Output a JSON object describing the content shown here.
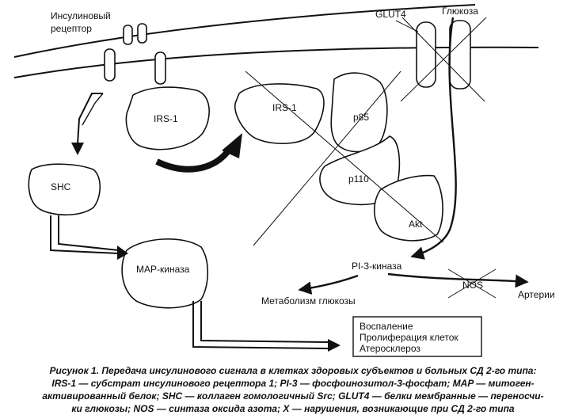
{
  "labels": {
    "receptor_line1": "Инсулиновый",
    "receptor_line2": "рецептор",
    "glut4": "GLUT4",
    "glucose": "Глюкоза",
    "irs1_free": "IRS-1",
    "irs1_complex": "IRS-1",
    "p85": "p85",
    "p110": "p110",
    "akt": "Akt",
    "shc": "SHC",
    "map_kinase": "MAP-киназа",
    "pi3_kinase": "PI-3-киназа",
    "nos": "NOS",
    "arteries": "Артерии",
    "glucose_metabolism": "Метаболизм глюкозы",
    "effects": [
      "Воспаление",
      "Пролиферация клеток",
      "Атеросклероз"
    ]
  },
  "caption": {
    "lines": [
      "Рисунок 1. Передача инсулинового сигнала в клетках здоровых субъектов и больных СД 2-го типа:",
      "IRS-1 — субстрат инсулинового рецептора 1; PI-3 — фосфоинозитол-3-фосфат; MAP — митоген-",
      "активированный белок; SHC — коллаген гомологичный Src; GLUT4 — белки мембранные — переносчи-",
      "ки глюкозы; NOS — синтаза оксида азота; X — нарушения, возникающие при СД 2-го типа"
    ]
  }
}
